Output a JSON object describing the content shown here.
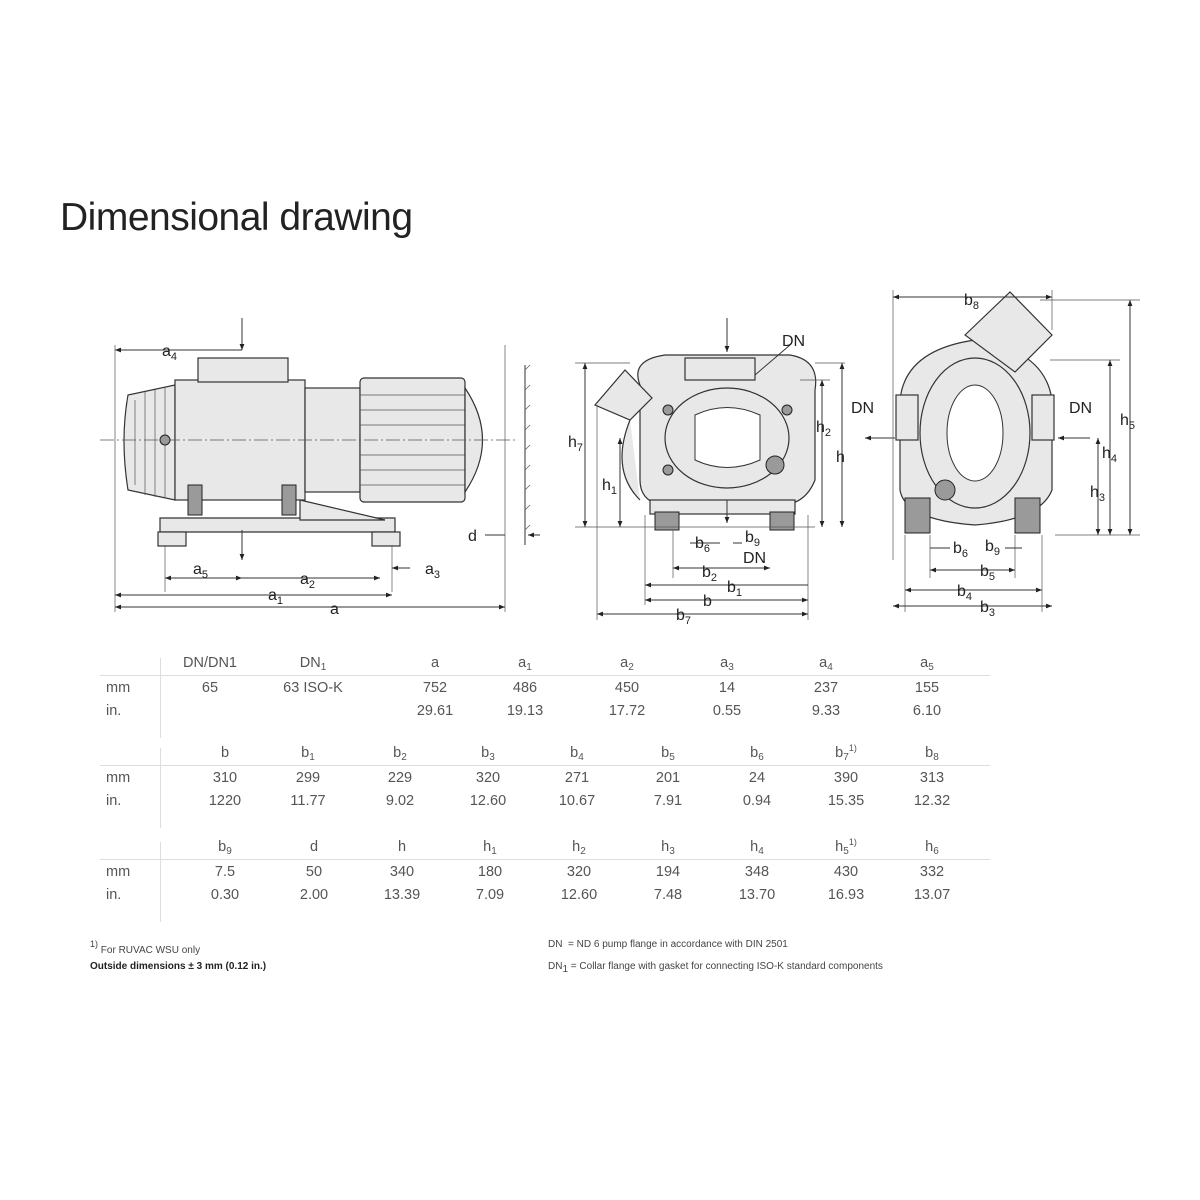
{
  "title": "Dimensional drawing",
  "drawing_labels": {
    "side": {
      "a4": [
        "a",
        "4"
      ],
      "a5": [
        "a",
        "5"
      ],
      "a2": [
        "a",
        "2"
      ],
      "a3": [
        "a",
        "3"
      ],
      "a1": [
        "a",
        "1"
      ],
      "a": [
        "a",
        ""
      ],
      "d": [
        "d",
        ""
      ]
    },
    "front": {
      "DN_top": "DN",
      "h7": [
        "h",
        "7"
      ],
      "h1": [
        "h",
        "1"
      ],
      "h2": [
        "h",
        "2"
      ],
      "h": [
        "h",
        ""
      ],
      "b6": [
        "b",
        "6"
      ],
      "b9": [
        "b",
        "9"
      ],
      "DN_bottom": "DN",
      "b2": [
        "b",
        "2"
      ],
      "b1": [
        "b",
        "1"
      ],
      "b": [
        "b",
        ""
      ],
      "b7": [
        "b",
        "7"
      ]
    },
    "end": {
      "b8": [
        "b",
        "8"
      ],
      "DN_left": "DN",
      "DN_right": "DN",
      "h5": [
        "h",
        "5"
      ],
      "h4": [
        "h",
        "4"
      ],
      "h3": [
        "h",
        "3"
      ],
      "b6": [
        "b",
        "6"
      ],
      "b9": [
        "b",
        "9"
      ],
      "b5": [
        "b",
        "5"
      ],
      "b4": [
        "b",
        "4"
      ],
      "b3": [
        "b",
        "3"
      ]
    }
  },
  "table": {
    "row_labels": {
      "mm": "mm",
      "in": "in."
    },
    "groups": [
      {
        "headers": [
          [
            "DN/DN1",
            "",
            ""
          ],
          [
            "DN",
            "1",
            ""
          ],
          [
            "a",
            "",
            ""
          ],
          [
            "a",
            "1",
            ""
          ],
          [
            "a",
            "2",
            ""
          ],
          [
            "a",
            "3",
            ""
          ],
          [
            "a",
            "4",
            ""
          ],
          [
            "a",
            "5",
            ""
          ]
        ],
        "mm": [
          "65",
          "63 ISO-K",
          "752",
          "486",
          "450",
          "14",
          "237",
          "155"
        ],
        "in": [
          "",
          "",
          "29.61",
          "19.13",
          "17.72",
          "0.55",
          "9.33",
          "6.10"
        ]
      },
      {
        "headers": [
          [
            "b",
            "",
            ""
          ],
          [
            "b",
            "1",
            ""
          ],
          [
            "b",
            "2",
            ""
          ],
          [
            "b",
            "3",
            ""
          ],
          [
            "b",
            "4",
            ""
          ],
          [
            "b",
            "5",
            ""
          ],
          [
            "b",
            "6",
            ""
          ],
          [
            "b",
            "7",
            "1)"
          ],
          [
            "b",
            "8",
            ""
          ]
        ],
        "mm": [
          "310",
          "299",
          "229",
          "320",
          "271",
          "201",
          "24",
          "390",
          "313"
        ],
        "in": [
          "1220",
          "11.77",
          "9.02",
          "12.60",
          "10.67",
          "7.91",
          "0.94",
          "15.35",
          "12.32"
        ]
      },
      {
        "headers": [
          [
            "b",
            "9",
            ""
          ],
          [
            "d",
            "",
            ""
          ],
          [
            "h",
            "",
            ""
          ],
          [
            "h",
            "1",
            ""
          ],
          [
            "h",
            "2",
            ""
          ],
          [
            "h",
            "3",
            ""
          ],
          [
            "h",
            "4",
            ""
          ],
          [
            "h",
            "5",
            "1)"
          ],
          [
            "h",
            "6",
            ""
          ]
        ],
        "mm": [
          "7.5",
          "50",
          "340",
          "180",
          "320",
          "194",
          "348",
          "430",
          "332"
        ],
        "in": [
          "0.30",
          "2.00",
          "13.39",
          "7.09",
          "12.60",
          "7.48",
          "13.70",
          "16.93",
          "13.07"
        ]
      }
    ]
  },
  "footnotes": {
    "note1_mark": "1)",
    "note1": "For RUVAC WSU only",
    "note2": "Outside dimensions ± 3 mm (0.12 in.)",
    "dn_key": "DN",
    "dn_text": "= ND 6 pump flange in accordance with DIN 2501",
    "dn1_key": "DN",
    "dn1_sub": "1",
    "dn1_text": "= Collar flange with gasket for connecting ISO-K standard components"
  }
}
